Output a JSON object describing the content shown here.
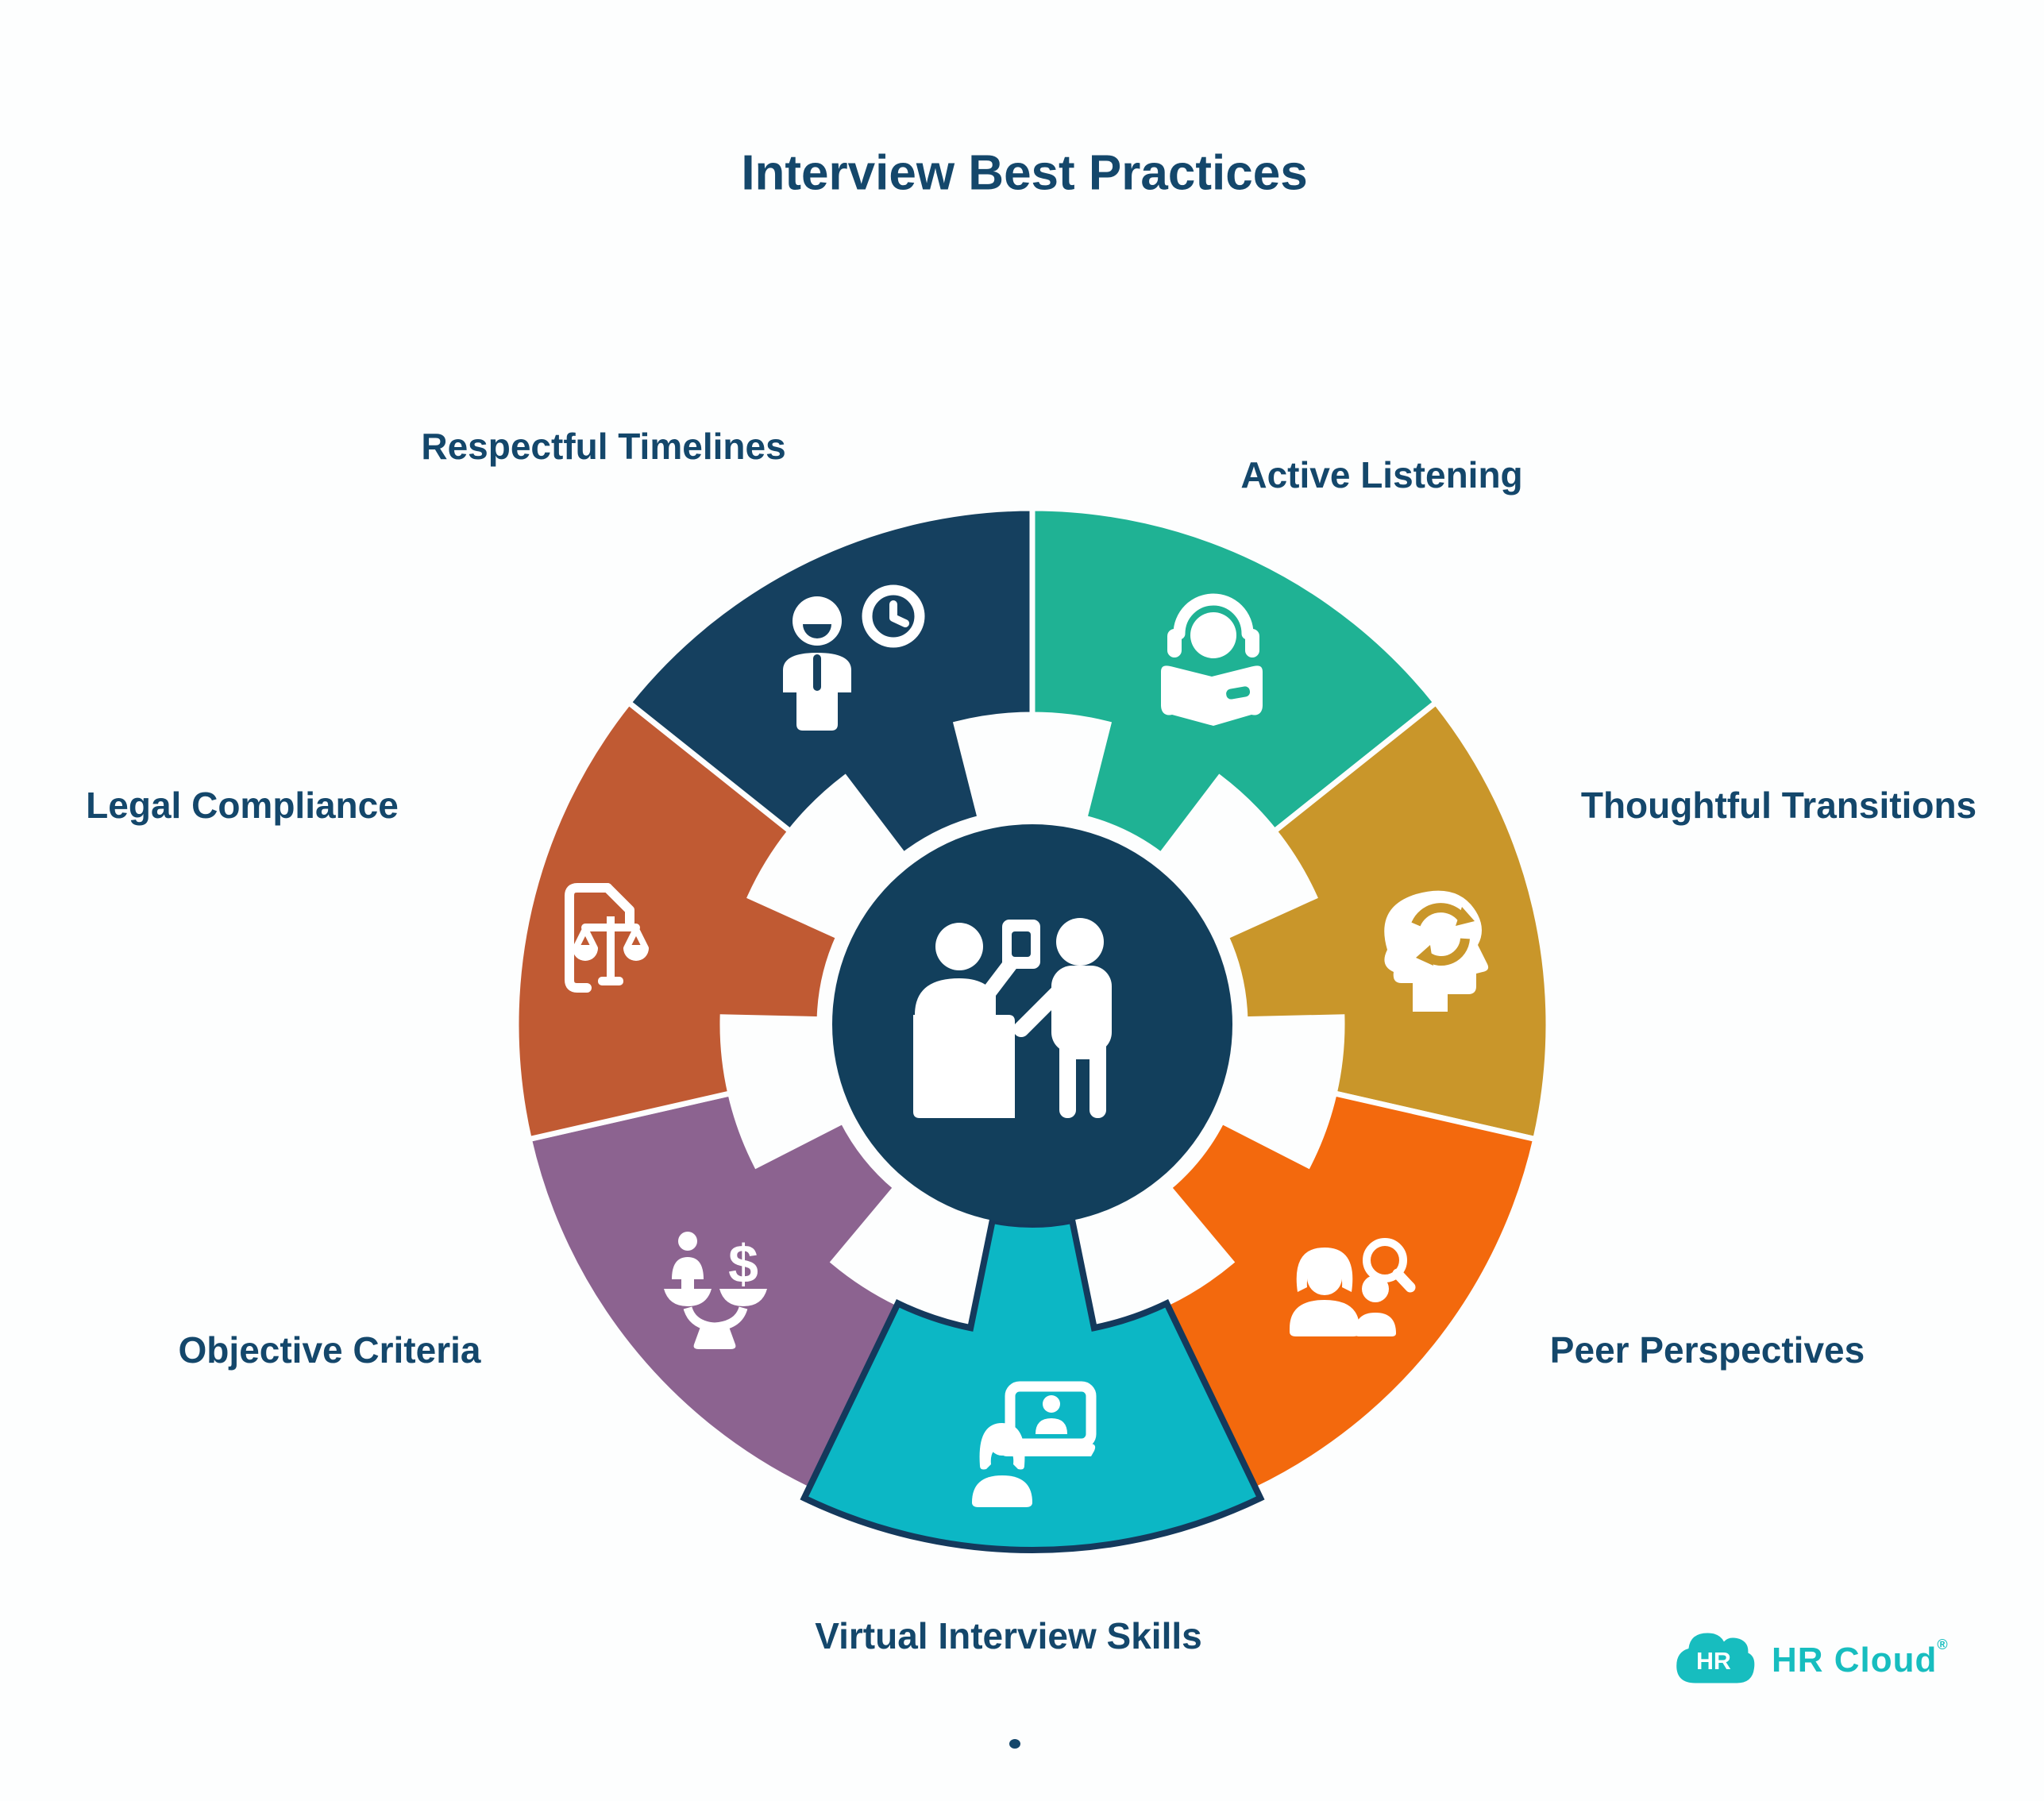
{
  "title": "Interview Best Practices",
  "wheel": {
    "center_color": "#123F5C",
    "outline_color": "#14395C",
    "center_icon": "interview-desk-icon",
    "segments": [
      {
        "label": "Active Listening",
        "color": "#1FB294",
        "icon": "headphones-listening-icon"
      },
      {
        "label": "Thoughtful Transitions",
        "color": "#C9962A",
        "icon": "head-cycle-arrows-icon"
      },
      {
        "label": "Peer Perspectives",
        "color": "#F3690D",
        "icon": "people-magnifier-icon"
      },
      {
        "label": "Virtual Interview Skills",
        "color": "#0CB7C5",
        "icon": "video-call-person-icon",
        "highlighted": true
      },
      {
        "label": "Objective Criteria",
        "color": "#8C6390",
        "icon": "balance-person-dollar-icon"
      },
      {
        "label": "Legal Compliance",
        "color": "#C05A33",
        "icon": "document-scales-icon"
      },
      {
        "label": "Respectful Timelines",
        "color": "#15405F",
        "icon": "person-clock-icon"
      }
    ]
  },
  "footer": {
    "dot": ".",
    "logo": {
      "badge_text": "HR",
      "brand_text": "HR Cloud",
      "registered_mark": "®",
      "brand_color": "#17BDBF"
    }
  }
}
